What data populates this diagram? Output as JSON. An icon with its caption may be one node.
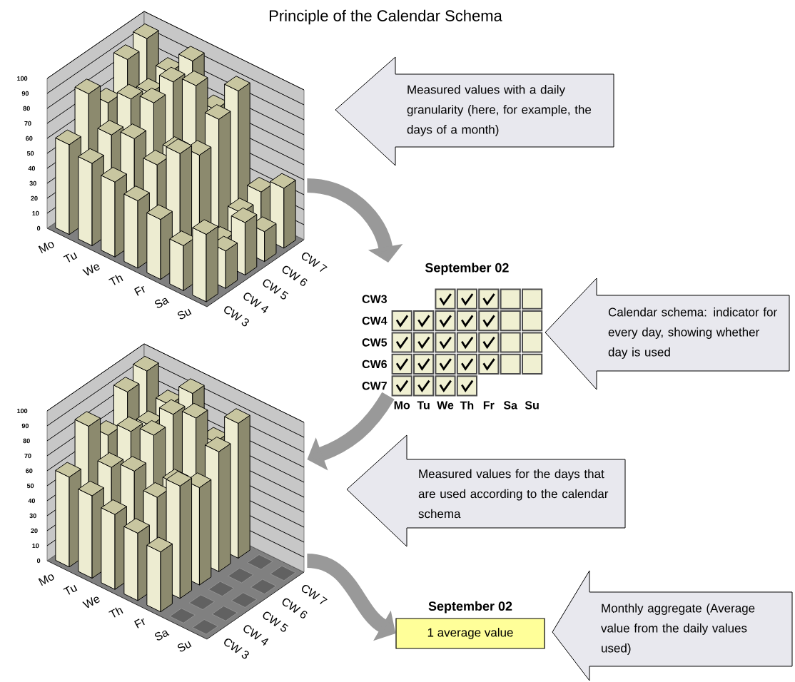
{
  "diagram": {
    "title": "Principle of the Calendar Schema",
    "nodes": [
      {
        "text": [],
        "shape": "picture"
      },
      {
        "text": [
          "Measured values with a daily granularity (here, for example, the days of a month)"
        ]
      },
      {
        "text": [
          "September 02"
        ]
      },
      {
        "text": [
          "Calendar schema: indicator for every day, showing whether day is used"
        ]
      },
      {
        "text": [],
        "shape": "picture"
      },
      {
        "text": [
          "Measured values for the days that are used according to the calendar schema"
        ]
      },
      {
        "text": [
          "1 average value"
        ],
        "beside": [
          "September 02"
        ]
      },
      {
        "text": [
          "Monthly aggregate (Average value from the daily values used)"
        ]
      }
    ],
    "edges": [
      {
        "from": 0,
        "to": 2,
        "arrow": "to"
      },
      {
        "from": 2,
        "to": 4,
        "arrow": "to"
      },
      {
        "from": 4,
        "to": 6,
        "arrow": "to"
      }
    ],
    "labels": [
      "100",
      "90",
      "80",
      "70",
      "60",
      "50",
      "40",
      "30",
      "20",
      "10",
      "0",
      "Mo",
      "Tu",
      "We",
      "Th",
      "Fr",
      "Sa",
      "Su",
      "CW 3",
      "CW 4",
      "CW 5",
      "CW 6",
      "CW 7",
      "CW3",
      "CW4",
      "CW5",
      "CW6",
      "CW7",
      "Mo",
      "Tu",
      "We",
      "Th",
      "Fr",
      "Sa",
      "Su",
      "100",
      "90",
      "80",
      "70",
      "60",
      "50",
      "40",
      "30",
      "20",
      "10",
      "0",
      "Mo",
      "Tu",
      "We",
      "Th",
      "Fr",
      "Sa",
      "Su",
      "CW 3",
      "CW 4",
      "CW 5",
      "CW 6",
      "CW 7"
    ]
  }
}
